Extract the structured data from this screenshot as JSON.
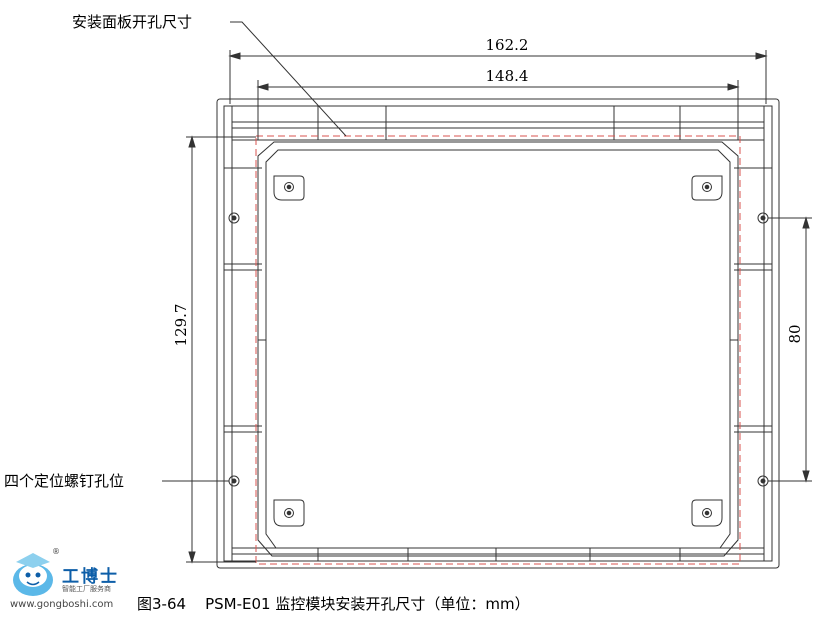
{
  "dimensions": {
    "outer_width": "162.2",
    "cutout_width": "148.4",
    "height": "129.7",
    "hole_spacing": "80"
  },
  "callouts": {
    "panel_cutout": "安装面板开孔尺寸",
    "mount_holes": "四个定位螺钉孔位"
  },
  "caption": "图3-64    PSM-E01 监控模块安装开孔尺寸（单位：mm）",
  "watermark": {
    "brand": "工博士",
    "tagline": "智能工厂服务商",
    "url": "www.gongboshi.com",
    "mark": "®"
  },
  "colors": {
    "line": "#333333",
    "cutout_dash": "#d9534f",
    "brand": "#0d5ea8"
  }
}
